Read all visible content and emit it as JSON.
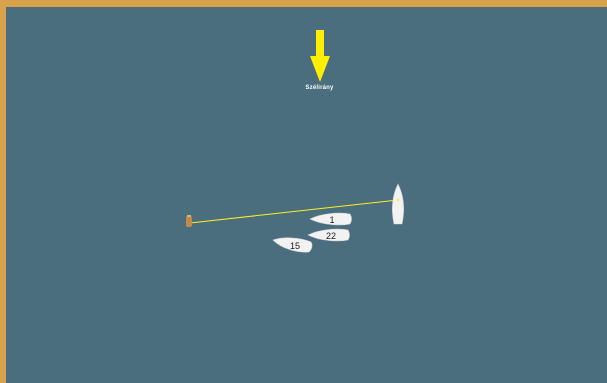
{
  "wind": {
    "label": "Szélirány",
    "arrow_color": "#ffee00",
    "icon": "arrow-down-icon"
  },
  "start_line": {
    "color": "#ffee22",
    "pin_color": "#c48a4a"
  },
  "boats": [
    {
      "number": "1"
    },
    {
      "number": "22"
    },
    {
      "number": "15"
    }
  ],
  "colors": {
    "water": "#4a6e7e",
    "frame": "#d8a24a",
    "hull": "#f2f2f2"
  }
}
